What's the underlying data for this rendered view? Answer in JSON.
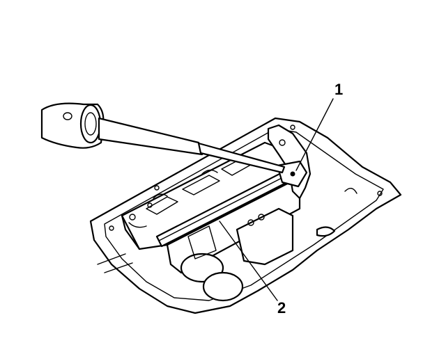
{
  "figure": {
    "background": "#ffffff",
    "ink": "#000000",
    "callouts": [
      {
        "id": "1",
        "text": "1"
      },
      {
        "id": "2",
        "text": "2"
      }
    ]
  }
}
